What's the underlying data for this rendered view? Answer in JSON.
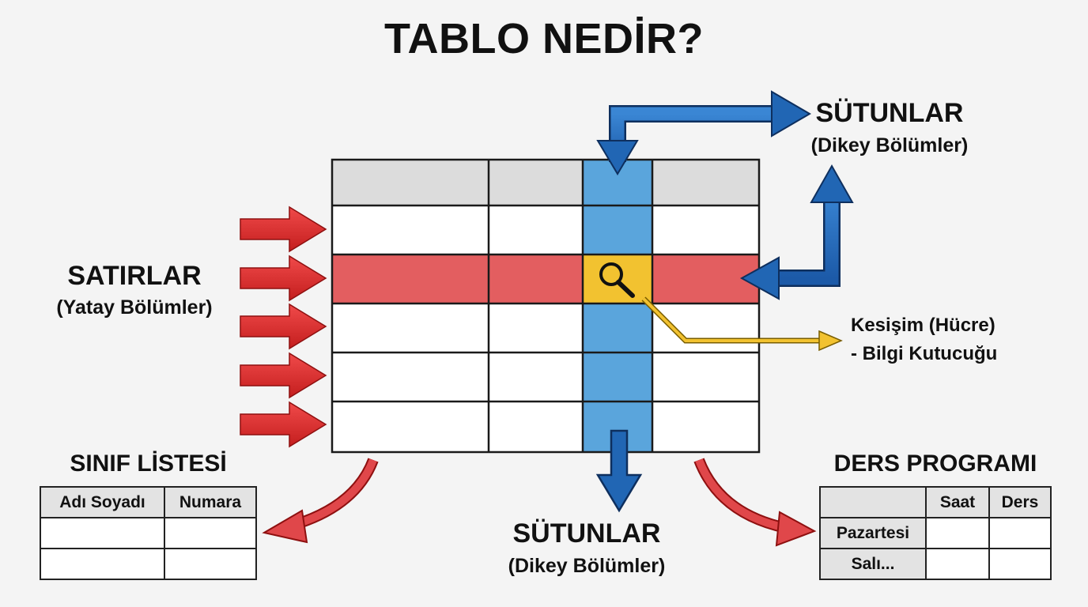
{
  "title": "TABLO NEDİR?",
  "columns_top": {
    "label": "SÜTUNLAR",
    "sublabel": "(Dikey Bölümler)"
  },
  "rows": {
    "label": "SATIRLAR",
    "sublabel": "(Yatay Bölümler)"
  },
  "cell": {
    "line1": "Kesişim (Hücre)",
    "line2": "- Bilgi Kutucuğu"
  },
  "columns_bottom": {
    "label": "SÜTUNLAR",
    "sublabel": "(Dikey Bölümler)"
  },
  "class_list": {
    "title": "SINIF LİSTESİ",
    "headers": [
      "Adı Soyadı",
      "Numara"
    ]
  },
  "schedule": {
    "title": "DERS PROGRAMI",
    "headers": [
      "",
      "Saat",
      "Ders"
    ],
    "rows": [
      "Pazartesi",
      "Salı..."
    ]
  },
  "colors": {
    "header_gray": "#dcdcdc",
    "row_highlight": "#e35e60",
    "column_highlight": "#5aa5dc",
    "cell_highlight": "#f2c230",
    "arrow_red": "#d42a2a",
    "arrow_blue": "#2166b4",
    "arrow_yellow": "#f2c230"
  },
  "icons": {
    "cell": "magnifier-icon"
  }
}
